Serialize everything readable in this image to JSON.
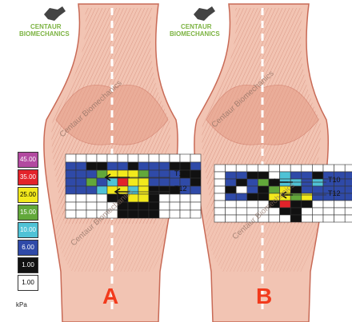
{
  "brand": {
    "line1": "CENTAUR",
    "line2": "BIOMECHANICS",
    "watermark": "Centaur Biomechanics"
  },
  "legend": {
    "unit": "kPa",
    "items": [
      {
        "label": "45.00",
        "color": "#b24aa0",
        "text": "#ffffff"
      },
      {
        "label": "35.00",
        "color": "#e3232a",
        "text": "#ffffff"
      },
      {
        "label": "25.00",
        "color": "#f2e91c",
        "text": "#000000"
      },
      {
        "label": "15.00",
        "color": "#62a83a",
        "text": "#ffffff"
      },
      {
        "label": "10.00",
        "color": "#4fc2d6",
        "text": "#ffffff"
      },
      {
        "label": "6.00",
        "color": "#2f4aa8",
        "text": "#ffffff"
      },
      {
        "label": "1.00",
        "color": "#111111",
        "text": "#ffffff"
      },
      {
        "label": "1.00",
        "color": "#ffffff",
        "text": "#000000"
      }
    ]
  },
  "colors": {
    "skin": "#f2c4b3",
    "muscle": "#e59b85",
    "line": "#c86a56",
    "letter": "#f23a1c"
  },
  "panels": [
    {
      "letter": "A",
      "labels": [
        "T10",
        "T12"
      ],
      "grid": [
        "0000000000000",
        "6611661666116",
        "6664333466611",
        "6646523366661",
        "6665335311166",
        "0000113310000",
        "0000011110000",
        "0000011110000"
      ]
    },
    {
      "letter": "B",
      "labels": [
        "T10",
        "T12"
      ],
      "grid": [
        "00000000000000",
        "06611056616666",
        "06164155656660",
        "01061431666660",
        "06611334366660",
        "00000121100000",
        "00000011000000",
        "00000001000000"
      ]
    }
  ]
}
